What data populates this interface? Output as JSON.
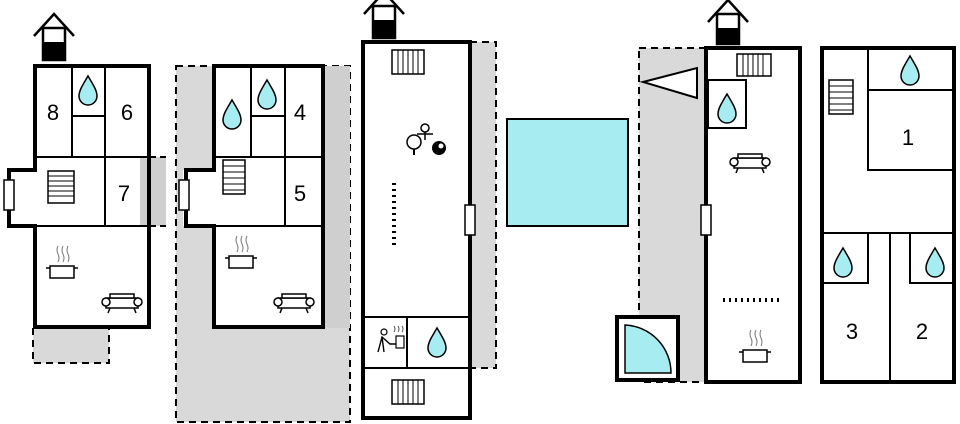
{
  "room_numbers": {
    "r1": "1",
    "r2": "2",
    "r3": "3",
    "r4": "4",
    "r5": "5",
    "r6": "6",
    "r7": "7",
    "r8": "8"
  },
  "icons": [
    "entrance-icon",
    "water-drop-icon",
    "stairs-icon",
    "kitchen-icon",
    "sofa-icon",
    "game-room-icon",
    "sauna-icon",
    "pool-icon",
    "shower-icon",
    "terrace-icon"
  ],
  "colors": {
    "water": "#a7ecf0",
    "terrace": "#d9d9d9",
    "wall": "#000000"
  }
}
